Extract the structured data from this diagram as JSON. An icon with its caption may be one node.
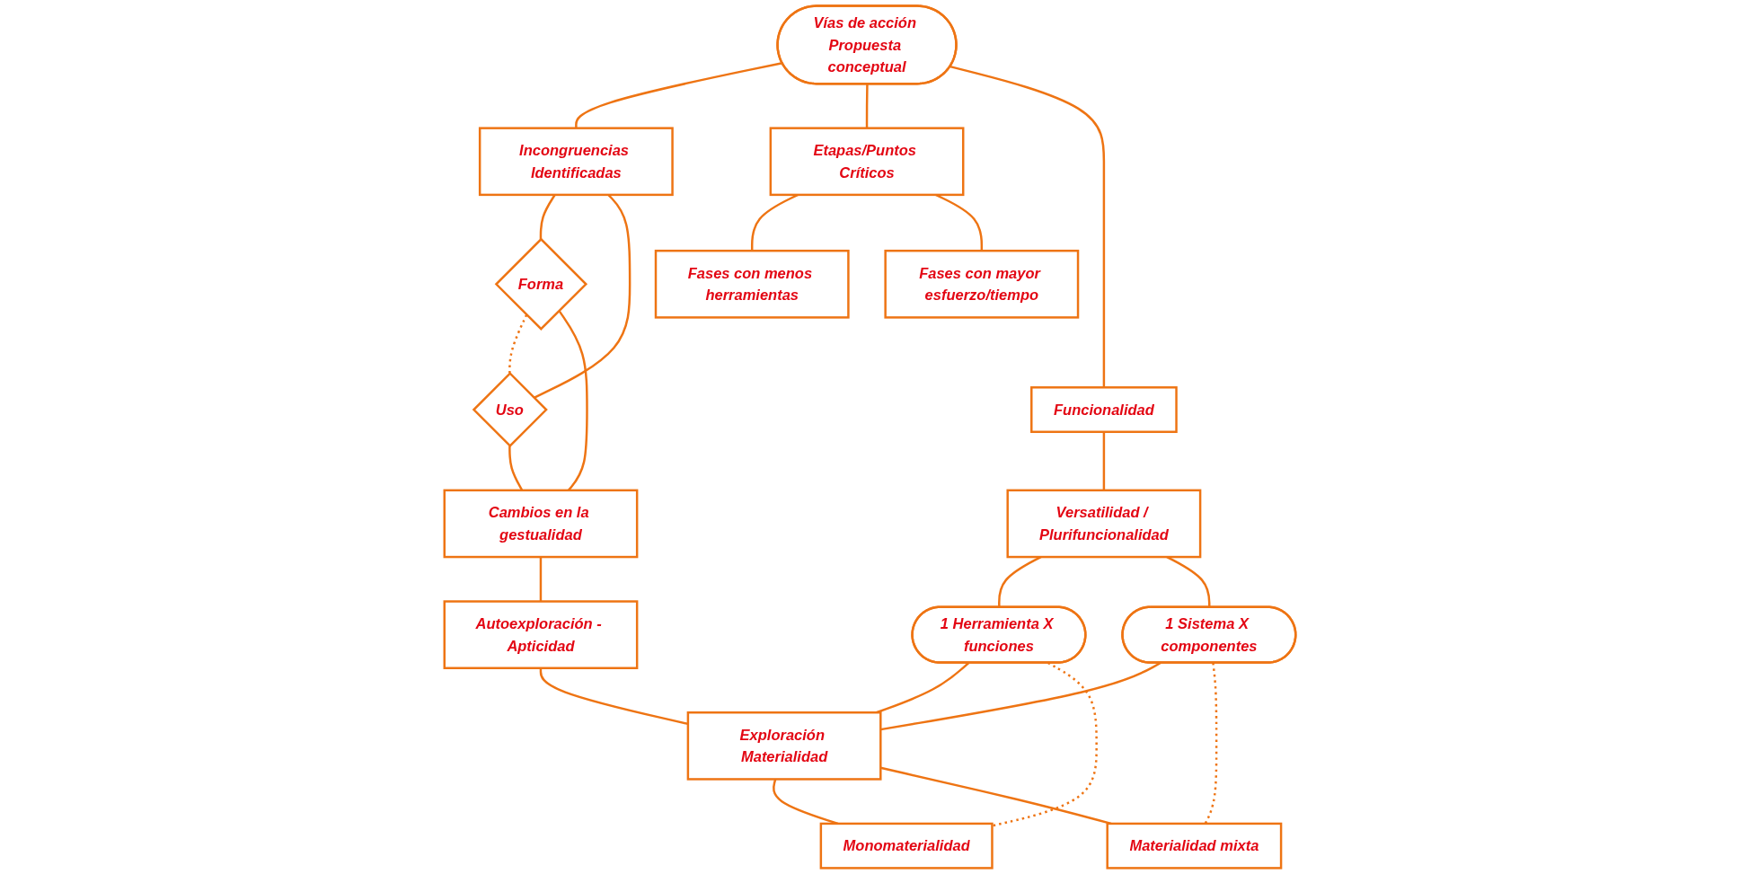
{
  "diagram": {
    "nodes": [
      {
        "text": [
          "Vías de acción Propuesta conceptual"
        ]
      },
      {
        "text": [
          "Incongruencias Identificadas"
        ]
      },
      {
        "text": [
          "Etapas/Puntos Críticos"
        ]
      },
      {
        "text": [
          "Funcionalidad"
        ]
      },
      {
        "text": [
          "Forma"
        ]
      },
      {
        "text": [
          "Uso"
        ]
      },
      {
        "text": [
          "Fases con menos herramientas"
        ]
      },
      {
        "text": [
          "Fases con mayor esfuerzo/tiempo"
        ]
      },
      {
        "text": [
          "Versatilidad / Plurifuncionalidad"
        ]
      },
      {
        "text": [
          "Cambios en la gestualidad"
        ]
      },
      {
        "text": [
          "1 Herramienta X funciones"
        ]
      },
      {
        "text": [
          "1 Sistema X componentes"
        ]
      },
      {
        "text": [
          "Autoexploración - Apticidad"
        ]
      },
      {
        "text": [
          "Exploración Materialidad"
        ]
      },
      {
        "text": [
          "Monomaterialidad"
        ]
      },
      {
        "text": [
          "Materialidad mixta"
        ]
      }
    ],
    "edges": [
      {
        "from": 0,
        "to": 1,
        "arrow": "none"
      },
      {
        "from": 0,
        "to": 2,
        "arrow": "none"
      },
      {
        "from": 0,
        "to": 3,
        "arrow": "none"
      },
      {
        "from": 1,
        "to": 4,
        "arrow": "none"
      },
      {
        "from": 1,
        "to": 5,
        "arrow": "none"
      },
      {
        "from": 4,
        "to": 5,
        "arrow": "none",
        "style": "dashed"
      },
      {
        "from": 2,
        "to": 6,
        "arrow": "none"
      },
      {
        "from": 2,
        "to": 7,
        "arrow": "none"
      },
      {
        "from": 3,
        "to": 8,
        "arrow": "none"
      },
      {
        "from": 4,
        "to": 9,
        "arrow": "none"
      },
      {
        "from": 5,
        "to": 9,
        "arrow": "none"
      },
      {
        "from": 8,
        "to": 10,
        "arrow": "none"
      },
      {
        "from": 8,
        "to": 11,
        "arrow": "none"
      },
      {
        "from": 10,
        "to": 13,
        "arrow": "none"
      },
      {
        "from": 11,
        "to": 13,
        "arrow": "none"
      },
      {
        "from": 9,
        "to": 12,
        "arrow": "none"
      },
      {
        "from": 12,
        "to": 13,
        "arrow": "none"
      },
      {
        "from": 13,
        "to": 14,
        "arrow": "none"
      },
      {
        "from": 13,
        "to": 15,
        "arrow": "none"
      },
      {
        "from": 10,
        "to": 14,
        "arrow": "none",
        "style": "dashed"
      },
      {
        "from": 11,
        "to": 15,
        "arrow": "none",
        "style": "dashed"
      }
    ]
  }
}
